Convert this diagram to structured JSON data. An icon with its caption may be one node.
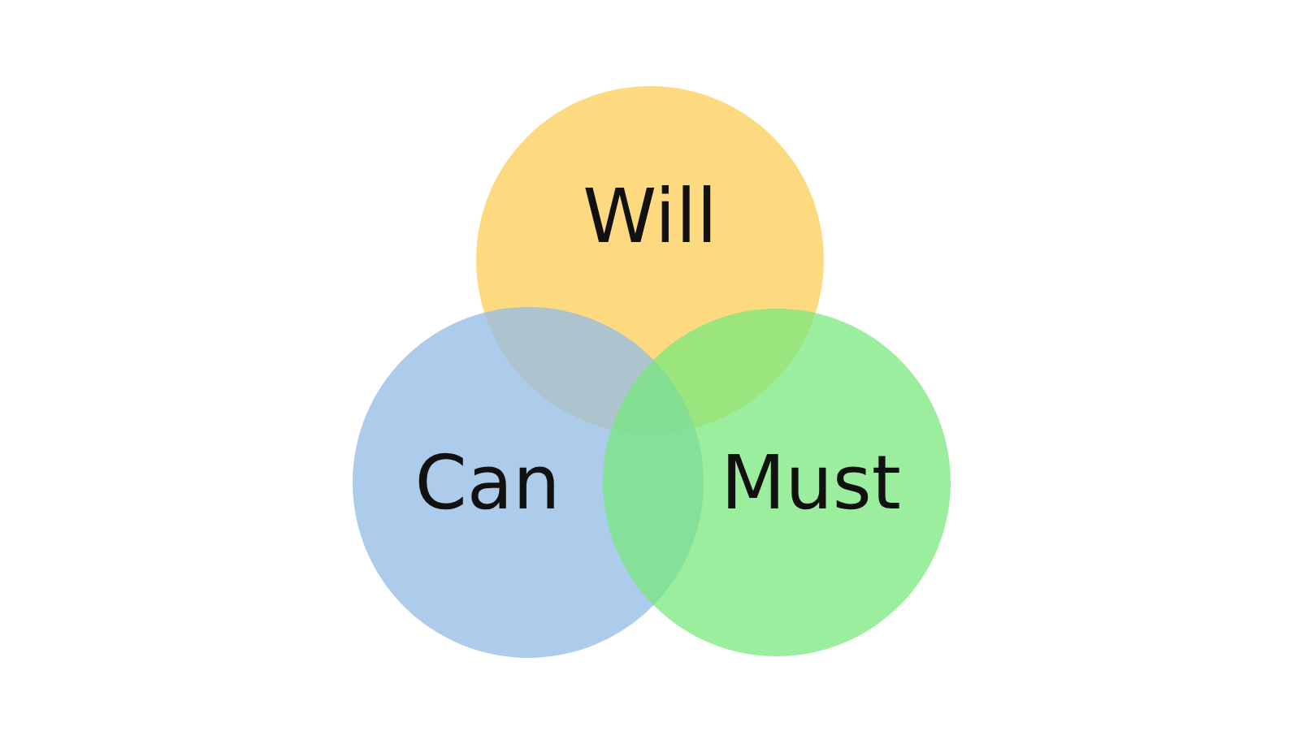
{
  "diagram": {
    "nodes": [
      {
        "text": [
          "Will"
        ]
      },
      {
        "text": [
          "Can"
        ]
      },
      {
        "text": [
          "Must"
        ]
      }
    ]
  }
}
